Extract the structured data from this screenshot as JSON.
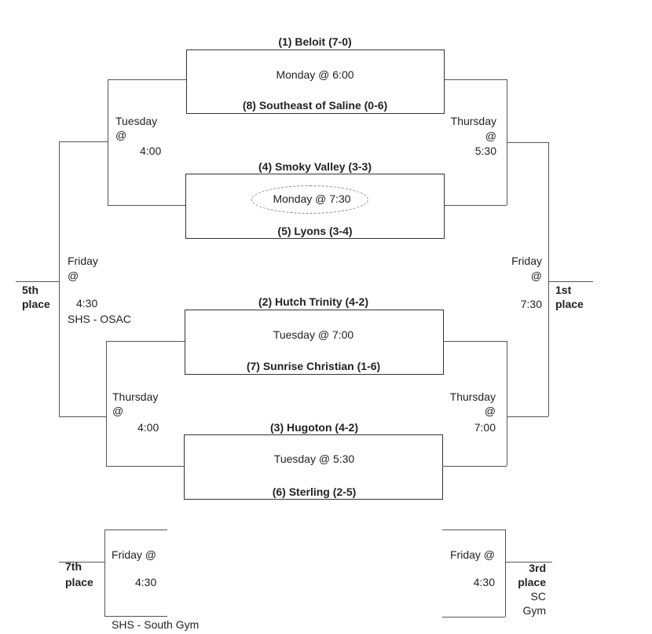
{
  "games": [
    {
      "top_team": "(1) Beloit (7-0)",
      "time": "Monday @ 6:00",
      "bottom_team": "(8) Southeast of Saline (0-6)"
    },
    {
      "top_team": "(4) Smoky Valley (3-3)",
      "time": "Monday @ 7:30",
      "bottom_team": "(5) Lyons (3-4)"
    },
    {
      "top_team": "(2) Hutch Trinity (4-2)",
      "time": "Tuesday @ 7:00",
      "bottom_team": "(7) Sunrise Christian (1-6)"
    },
    {
      "top_team": "(3) Hugoton (4-2)",
      "time": "Tuesday @ 5:30",
      "bottom_team": "(6) Sterling (2-5)"
    }
  ],
  "consolation_top": {
    "day": "Tuesday",
    "at": "@",
    "time": "4:00"
  },
  "semifinal_top": {
    "day": "Thursday",
    "at": "@",
    "time": "5:30"
  },
  "consolation_bottom": {
    "day": "Thursday",
    "at": "@",
    "time": "4:00"
  },
  "semifinal_bottom": {
    "day": "Thursday",
    "at": "@",
    "time": "7:00"
  },
  "fifth_place": {
    "day": "Friday",
    "at": "@",
    "time": "4:30",
    "venue": "SHS - OSAC",
    "label1": "5th",
    "label2": "place"
  },
  "first_place": {
    "day": "Friday",
    "at": "@",
    "time": "7:30",
    "label1": "1st",
    "label2": "place"
  },
  "seventh_place": {
    "day": "Friday @",
    "time": "4:30",
    "venue": "SHS - South Gym",
    "label1": "7th",
    "label2": "place"
  },
  "third_place": {
    "day": "Friday @",
    "time": "4:30",
    "label1": "3rd",
    "label2": "place",
    "venue1": "SC",
    "venue2": "Gym"
  }
}
